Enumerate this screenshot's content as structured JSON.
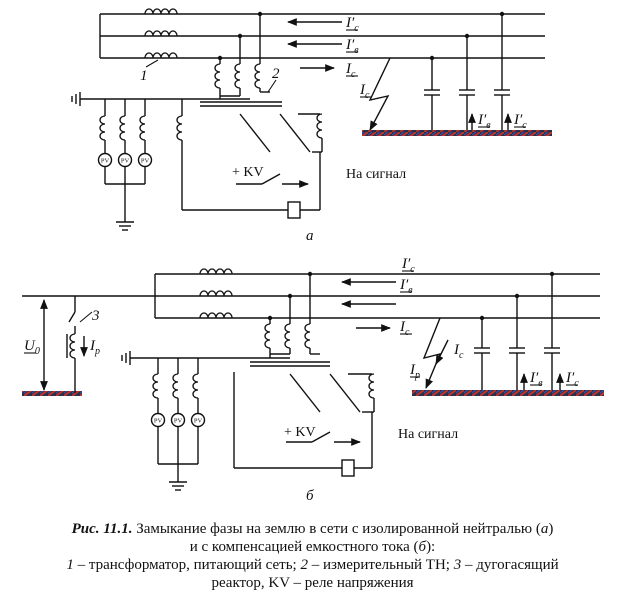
{
  "diagram_a": {
    "panel_label": "а",
    "currents": [
      {
        "sym": "I",
        "prime": "′",
        "sub": "c"
      },
      {
        "sym": "I",
        "prime": "′",
        "sub": "в"
      },
      {
        "sym": "I",
        "prime": "",
        "sub": "c"
      }
    ],
    "fault_current": {
      "sym": "I",
      "sub": "c"
    },
    "ground_currents": [
      {
        "sym": "I",
        "prime": "′",
        "sub": "в"
      },
      {
        "sym": "I",
        "prime": "′",
        "sub": "c"
      }
    ],
    "callout_1": "1",
    "callout_2": "2",
    "pv_labels": [
      "PV",
      "PV",
      "PV"
    ],
    "relay_label": "+ KV",
    "signal_label": "На сигнал"
  },
  "diagram_b": {
    "panel_label": "б",
    "currents": [
      {
        "sym": "I",
        "prime": "′",
        "sub": "c"
      },
      {
        "sym": "I",
        "prime": "′",
        "sub": "в"
      },
      {
        "sym": "I",
        "prime": "",
        "sub": "c"
      }
    ],
    "fault_currents": [
      {
        "sym": "I",
        "sub": "c"
      },
      {
        "sym": "I",
        "sub": "р"
      }
    ],
    "ground_currents": [
      {
        "sym": "I",
        "prime": "′",
        "sub": "в"
      },
      {
        "sym": "I",
        "prime": "′",
        "sub": "c"
      }
    ],
    "voltage": {
      "sym": "U",
      "sub": "0"
    },
    "reactor_current": {
      "sym": "I",
      "sub": "р"
    },
    "callout_3": "3",
    "pv_labels": [
      "PV",
      "PV",
      "PV"
    ],
    "relay_label": "+ KV",
    "signal_label": "На сигнал"
  },
  "caption": {
    "fig_label": "Рис. 11.1.",
    "line1_text": " Замыкание фазы на землю в сети с изолированной нейтралью (",
    "line1_a": "а",
    "line1_end": ")",
    "line2_text": "и с компенсацией емкостного тока (",
    "line2_b": "б",
    "line2_end": "):",
    "legend_1": "1",
    "legend_1_text": " – трансформатор, питающий сеть; ",
    "legend_2": "2",
    "legend_2_text": " – измерительный ТН; ",
    "legend_3": "3",
    "legend_3_text": " – дугогасящий",
    "line4": "реактор, KV – реле напряжения"
  }
}
